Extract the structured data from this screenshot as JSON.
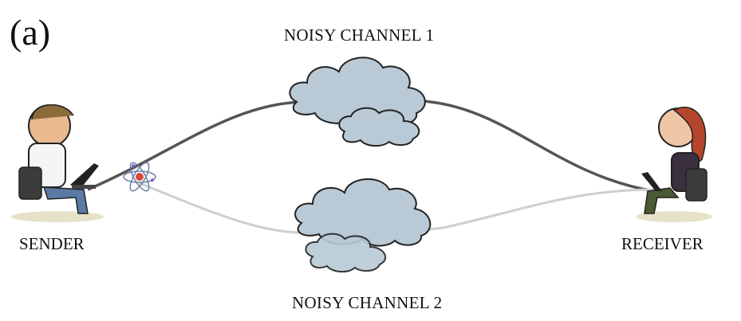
{
  "panel_label": "(a)",
  "channels": [
    {
      "label": "NOISY CHANNEL 1"
    },
    {
      "label": "NOISY CHANNEL 2"
    }
  ],
  "sender": {
    "label": "SENDER"
  },
  "receiver": {
    "label": "RECEIVER"
  },
  "colors": {
    "channel1_line": "#555555",
    "channel2_line": "#cfcfcf",
    "cloud_fill": "#b9cad6",
    "cloud_stroke": "#222222",
    "atom": "#d94a3a"
  }
}
